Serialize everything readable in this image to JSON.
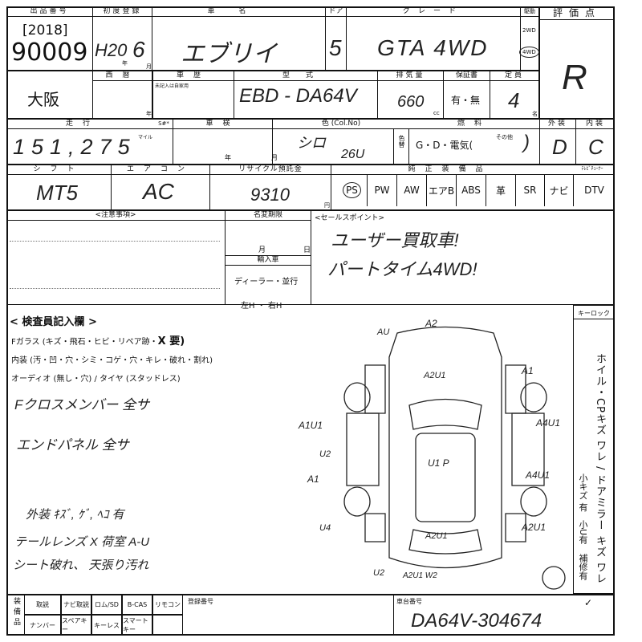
{
  "row1": {
    "lot_label": "出品番号",
    "year_tag": "[2018]",
    "lot_no": "90009",
    "reg_label": "初度登録",
    "reg_value": "H20",
    "reg_month": "6",
    "year_unit": "年",
    "month_unit": "月",
    "name_label": "車名",
    "name_value": "エブリイ",
    "door_label": "ドア",
    "door_value": "5",
    "grade_label": "グレード",
    "grade_value": "GTA 4WD",
    "drive_label": "駆動",
    "drive_2wd": "2WD",
    "drive_4wd": "4WD",
    "score_label": "評価点",
    "score_value": "R"
  },
  "row2": {
    "area": "大阪",
    "seireki_label": "西暦",
    "history_label": "車歴",
    "history_note": "未記入は自家用",
    "history_unit": "年",
    "model_label": "型式",
    "model_value": "EBD - DA64V",
    "disp_label": "排気量",
    "disp_value": "660",
    "disp_unit": "cc",
    "warranty_label": "保証書",
    "warranty_value": "有・無",
    "seats_label": "定員",
    "seats_value": "4",
    "seats_unit": "名"
  },
  "row3": {
    "mileage_label": "走行",
    "sr_label": "S#*",
    "mileage_value": "151,275",
    "mile_note": "マイル",
    "shaken_label": "車検",
    "shaken_year": "年",
    "shaken_month": "月",
    "color_label": "色 (Col.No)",
    "color_value": "シロ",
    "color_no": "26U",
    "color_change": "色替",
    "fuel_label": "燃料",
    "fuel_options": "G・D・電気(",
    "fuel_other": "その他",
    "fuel_close": ")",
    "ext_label": "外装",
    "ext_value": "D",
    "int_label": "内装",
    "int_value": "C"
  },
  "row4": {
    "shift_label": "シフト",
    "shift_value": "MT5",
    "ac_label": "エアコン",
    "ac_value": "AC",
    "recycle_label": "リサイクル預託金",
    "recycle_value": "9310",
    "recycle_unit": "円",
    "equip_label": "純正装備品",
    "equip": [
      "PS",
      "PW",
      "AW",
      "エアB",
      "ABS",
      "革",
      "SR",
      "ナビ",
      "DTV"
    ],
    "tuner_label": "ﾃﾚﾋﾞﾁｭｰﾅｰ"
  },
  "row5": {
    "notes_label": "<注意事項>",
    "meihen_label": "名変期限",
    "month": "月",
    "day": "日",
    "import_label": "輸入車",
    "dealer": "ディーラー・並行",
    "handle": "左H ・ 右H",
    "sales_label": "<セールスポイント>",
    "sales_lines": [
      "ユーザー買取車!",
      "パートタイム4WD!"
    ]
  },
  "inspection": {
    "title": "< 検査員記入欄 >",
    "line1": "Fガラス (キズ・飛石・ヒビ・リペア跡・",
    "line1_x": "X 要)",
    "line2": "内装 (汚・凹・穴・シミ・コゲ・穴・キレ・破れ・割れ)",
    "line3": "オーディオ (無し・穴) / タイヤ (スタッドレス)",
    "hand": [
      "Fクロスメンバー 全サ",
      "エンドパネル 全サ",
      "外装 ｷｽﾞ, ｹﾞ, ﾍｺ 有",
      "テールレンズ X   荷室 A-U",
      "シート破れ、 天張り汚れ"
    ]
  },
  "diagram": {
    "marks": [
      "A2",
      "AU",
      "A1",
      "A1U1",
      "A4U1",
      "U2",
      "A1",
      "A2U1",
      "U1 P",
      "A4U1",
      "U4",
      "A2U1",
      "A2U1",
      "A2U1 W2",
      "U2"
    ]
  },
  "keylock": {
    "label": "キーロック",
    "vertical": "ホイル・CPキズ ワレ / ドアミラー キズ ワレ",
    "sub": [
      "小キズ 有",
      "小U有",
      "補修有"
    ]
  },
  "bottom": {
    "acc_label": "装備品",
    "items_top": [
      "取説",
      "ナビ取説",
      "ロム/SD",
      "B-CAS",
      "リモコン"
    ],
    "items_bottom": [
      "ナンバー",
      "スペアキー",
      "キーレス",
      "スマートキー",
      ""
    ],
    "reg_no_label": "登録番号",
    "chassis_label": "車台番号",
    "chassis_value": "DA64V-304674",
    "check": "✓"
  }
}
